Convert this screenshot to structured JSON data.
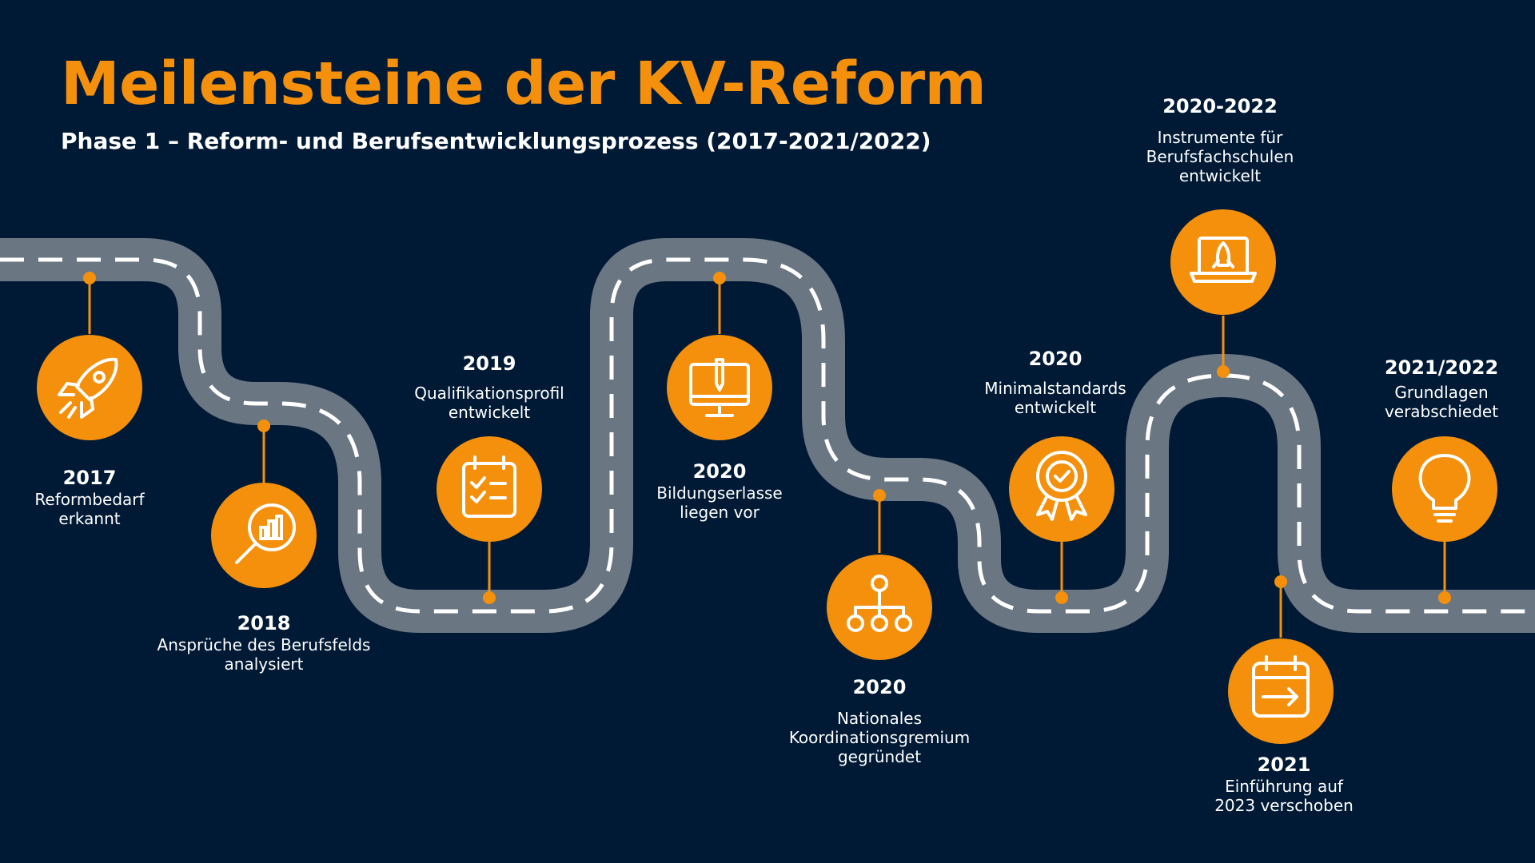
{
  "title": "Meilensteine der KV-Reform",
  "subtitle": "Phase 1 – Reform- und  Berufsentwicklungsprozess (2017-2021/2022)",
  "colors": {
    "background": "#001a35",
    "accent": "#f4900c",
    "road": "#6b7683",
    "text": "#ffffff"
  },
  "milestones": [
    {
      "year": "2017",
      "description": "Reformbedarf\nerkannt",
      "icon": "rocket-icon"
    },
    {
      "year": "2018",
      "description": "Ansprüche des Berufsfelds\nanalysiert",
      "icon": "magnifier-chart-icon"
    },
    {
      "year": "2019",
      "description": "Qualifikationsprofil\nentwickelt",
      "icon": "checklist-icon"
    },
    {
      "year": "2020",
      "description": "Bildungserlasse\nliegen vor",
      "icon": "monitor-pen-icon"
    },
    {
      "year": "2020",
      "description": "Nationales\nKoordinationsgremium\ngegründet",
      "icon": "org-chart-icon"
    },
    {
      "year": "2020",
      "description": "Minimalstandards\nentwickelt",
      "icon": "award-badge-icon"
    },
    {
      "year": "2020-2022",
      "description": "Instrumente für\nBerufsfachschulen\nentwickelt",
      "icon": "laptop-rocket-icon"
    },
    {
      "year": "2021",
      "description": "Einführung auf\n2023 verschoben",
      "icon": "calendar-arrow-icon"
    },
    {
      "year": "2021/2022",
      "description": "Grundlagen\nverabschiedet",
      "icon": "lightbulb-icon"
    }
  ]
}
